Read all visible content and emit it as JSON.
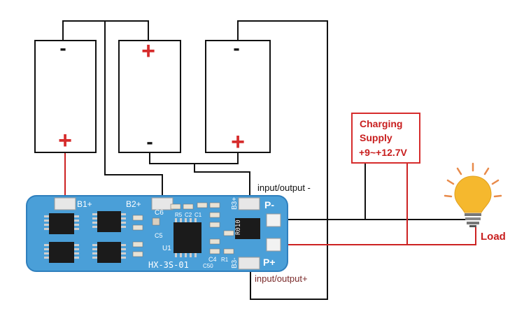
{
  "batteries": [
    {
      "id": "cell-1",
      "top_terminal": "-",
      "bottom_terminal": "+"
    },
    {
      "id": "cell-2",
      "top_terminal": "+",
      "bottom_terminal": "-"
    },
    {
      "id": "cell-3",
      "top_terminal": "-",
      "bottom_terminal": "+"
    }
  ],
  "charging_supply": {
    "line1": "Charging",
    "line2": "Supply",
    "line3": "+9~+12.7V"
  },
  "labels": {
    "io_minus": "input/output -",
    "io_plus": "input/output+",
    "load": "Load"
  },
  "board": {
    "pad_b1": "B1+",
    "pad_b2": "B2+",
    "pad_b3_top": "B3+",
    "pad_b3_bottom": "B3-",
    "pad_p_minus": "P-",
    "pad_p_plus": "P+",
    "model": "HX-3S-01",
    "c6": "C6",
    "c5": "C5",
    "c4": "C4",
    "u1": "U1",
    "r_value": "R010",
    "ref_r5": "R5",
    "ref_c2": "C2",
    "ref_c1": "C1",
    "ref_r1": "R1",
    "ref_c50": "C50"
  },
  "colors": {
    "board": "#4a9fd8",
    "board_dark": "#2f7fbd",
    "wire_black": "#111111",
    "wire_red": "#cc2222",
    "supply_border": "#d62c2c",
    "supply_text": "#c81e1e",
    "load_text": "#c81e1e",
    "bulb": "#f5b82e",
    "rays": "#e88a4a"
  },
  "icons": {
    "bulb": "light-bulb-icon"
  }
}
